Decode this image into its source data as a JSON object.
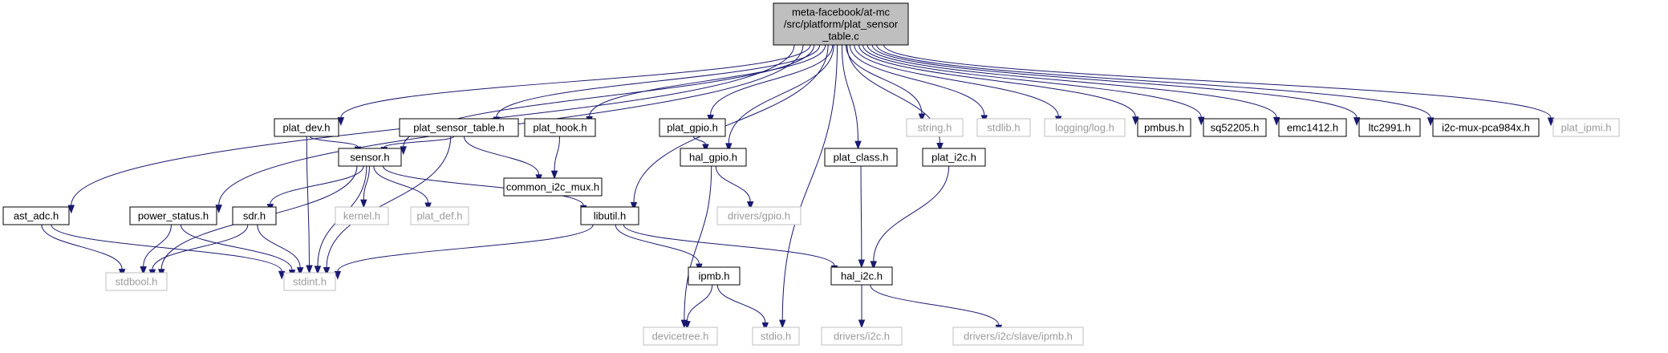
{
  "graph": {
    "colors": {
      "edge": "#191970",
      "main_fill": "#bfbfbf",
      "header_border": "#000000",
      "external_border": "#bfbfbf",
      "external_text": "#9a9a9a"
    },
    "nodes": [
      {
        "id": "main",
        "kind": "main",
        "lines": [
          "meta-facebook/at-mc",
          "/src/platform/plat_sensor",
          "_table.c"
        ]
      },
      {
        "id": "ast_adc",
        "kind": "header",
        "lines": [
          "ast_adc.h"
        ]
      },
      {
        "id": "power_status",
        "kind": "header",
        "lines": [
          "power_status.h"
        ]
      },
      {
        "id": "plat_dev",
        "kind": "header",
        "lines": [
          "plat_dev.h"
        ]
      },
      {
        "id": "plat_sensor_table",
        "kind": "header",
        "lines": [
          "plat_sensor_table.h"
        ]
      },
      {
        "id": "plat_hook",
        "kind": "header",
        "lines": [
          "plat_hook.h"
        ]
      },
      {
        "id": "plat_gpio",
        "kind": "header",
        "lines": [
          "plat_gpio.h"
        ]
      },
      {
        "id": "plat_class",
        "kind": "header",
        "lines": [
          "plat_class.h"
        ]
      },
      {
        "id": "plat_i2c",
        "kind": "header",
        "lines": [
          "plat_i2c.h"
        ]
      },
      {
        "id": "string",
        "kind": "external",
        "lines": [
          "string.h"
        ]
      },
      {
        "id": "stdlib",
        "kind": "external",
        "lines": [
          "stdlib.h"
        ]
      },
      {
        "id": "logging",
        "kind": "external",
        "lines": [
          "logging/log.h"
        ]
      },
      {
        "id": "pmbus",
        "kind": "header",
        "lines": [
          "pmbus.h"
        ]
      },
      {
        "id": "sq52205",
        "kind": "header",
        "lines": [
          "sq52205.h"
        ]
      },
      {
        "id": "emc1412",
        "kind": "header",
        "lines": [
          "emc1412.h"
        ]
      },
      {
        "id": "ltc2991",
        "kind": "header",
        "lines": [
          "ltc2991.h"
        ]
      },
      {
        "id": "i2cmux",
        "kind": "header",
        "lines": [
          "i2c-mux-pca984x.h"
        ]
      },
      {
        "id": "plat_ipmi",
        "kind": "external",
        "lines": [
          "plat_ipmi.h"
        ]
      },
      {
        "id": "sensor",
        "kind": "header",
        "lines": [
          "sensor.h"
        ]
      },
      {
        "id": "common_i2c_mux",
        "kind": "header",
        "lines": [
          "common_i2c_mux.h"
        ]
      },
      {
        "id": "hal_gpio",
        "kind": "header",
        "lines": [
          "hal_gpio.h"
        ]
      },
      {
        "id": "sdr",
        "kind": "header",
        "lines": [
          "sdr.h"
        ]
      },
      {
        "id": "kernel",
        "kind": "external",
        "lines": [
          "kernel.h"
        ]
      },
      {
        "id": "plat_def",
        "kind": "external",
        "lines": [
          "plat_def.h"
        ]
      },
      {
        "id": "libutil",
        "kind": "header",
        "lines": [
          "libutil.h"
        ]
      },
      {
        "id": "drivers_gpio",
        "kind": "external",
        "lines": [
          "drivers/gpio.h"
        ]
      },
      {
        "id": "stdbool",
        "kind": "external",
        "lines": [
          "stdbool.h"
        ]
      },
      {
        "id": "stdint",
        "kind": "external",
        "lines": [
          "stdint.h"
        ]
      },
      {
        "id": "ipmb",
        "kind": "header",
        "lines": [
          "ipmb.h"
        ]
      },
      {
        "id": "hal_i2c",
        "kind": "header",
        "lines": [
          "hal_i2c.h"
        ]
      },
      {
        "id": "devicetree",
        "kind": "external",
        "lines": [
          "devicetree.h"
        ]
      },
      {
        "id": "stdio",
        "kind": "external",
        "lines": [
          "stdio.h"
        ]
      },
      {
        "id": "drivers_i2c",
        "kind": "external",
        "lines": [
          "drivers/i2c.h"
        ]
      },
      {
        "id": "drivers_i2c_slave_ipmb",
        "kind": "external",
        "lines": [
          "drivers/i2c/slave/ipmb.h"
        ]
      }
    ],
    "edges": [
      [
        "main",
        "ast_adc"
      ],
      [
        "main",
        "power_status"
      ],
      [
        "main",
        "plat_dev"
      ],
      [
        "main",
        "sensor"
      ],
      [
        "main",
        "plat_sensor_table"
      ],
      [
        "main",
        "plat_hook"
      ],
      [
        "main",
        "libutil"
      ],
      [
        "main",
        "plat_gpio"
      ],
      [
        "main",
        "hal_gpio"
      ],
      [
        "main",
        "stdio"
      ],
      [
        "main",
        "plat_class"
      ],
      [
        "main",
        "plat_i2c"
      ],
      [
        "main",
        "string"
      ],
      [
        "main",
        "stdlib"
      ],
      [
        "main",
        "logging"
      ],
      [
        "main",
        "pmbus"
      ],
      [
        "main",
        "sq52205"
      ],
      [
        "main",
        "emc1412"
      ],
      [
        "main",
        "ltc2991"
      ],
      [
        "main",
        "i2cmux"
      ],
      [
        "main",
        "plat_ipmi"
      ],
      [
        "plat_dev",
        "sensor"
      ],
      [
        "plat_dev",
        "stdint"
      ],
      [
        "plat_sensor_table",
        "sensor"
      ],
      [
        "plat_sensor_table",
        "common_i2c_mux"
      ],
      [
        "plat_sensor_table",
        "stdint"
      ],
      [
        "plat_hook",
        "common_i2c_mux"
      ],
      [
        "plat_gpio",
        "hal_gpio"
      ],
      [
        "sensor",
        "stdbool"
      ],
      [
        "sensor",
        "sdr"
      ],
      [
        "sensor",
        "kernel"
      ],
      [
        "sensor",
        "plat_def"
      ],
      [
        "sensor",
        "libutil"
      ],
      [
        "sensor",
        "stdint"
      ],
      [
        "ast_adc",
        "stdbool"
      ],
      [
        "ast_adc",
        "stdint"
      ],
      [
        "power_status",
        "stdbool"
      ],
      [
        "power_status",
        "stdint"
      ],
      [
        "sdr",
        "stdbool"
      ],
      [
        "sdr",
        "stdint"
      ],
      [
        "libutil",
        "stdint"
      ],
      [
        "libutil",
        "ipmb"
      ],
      [
        "libutil",
        "hal_i2c"
      ],
      [
        "hal_gpio",
        "drivers_gpio"
      ],
      [
        "hal_gpio",
        "devicetree"
      ],
      [
        "ipmb",
        "devicetree"
      ],
      [
        "ipmb",
        "stdio"
      ],
      [
        "plat_class",
        "hal_i2c"
      ],
      [
        "plat_i2c",
        "hal_i2c"
      ],
      [
        "hal_i2c",
        "drivers_i2c"
      ],
      [
        "hal_i2c",
        "drivers_i2c_slave_ipmb"
      ]
    ]
  }
}
